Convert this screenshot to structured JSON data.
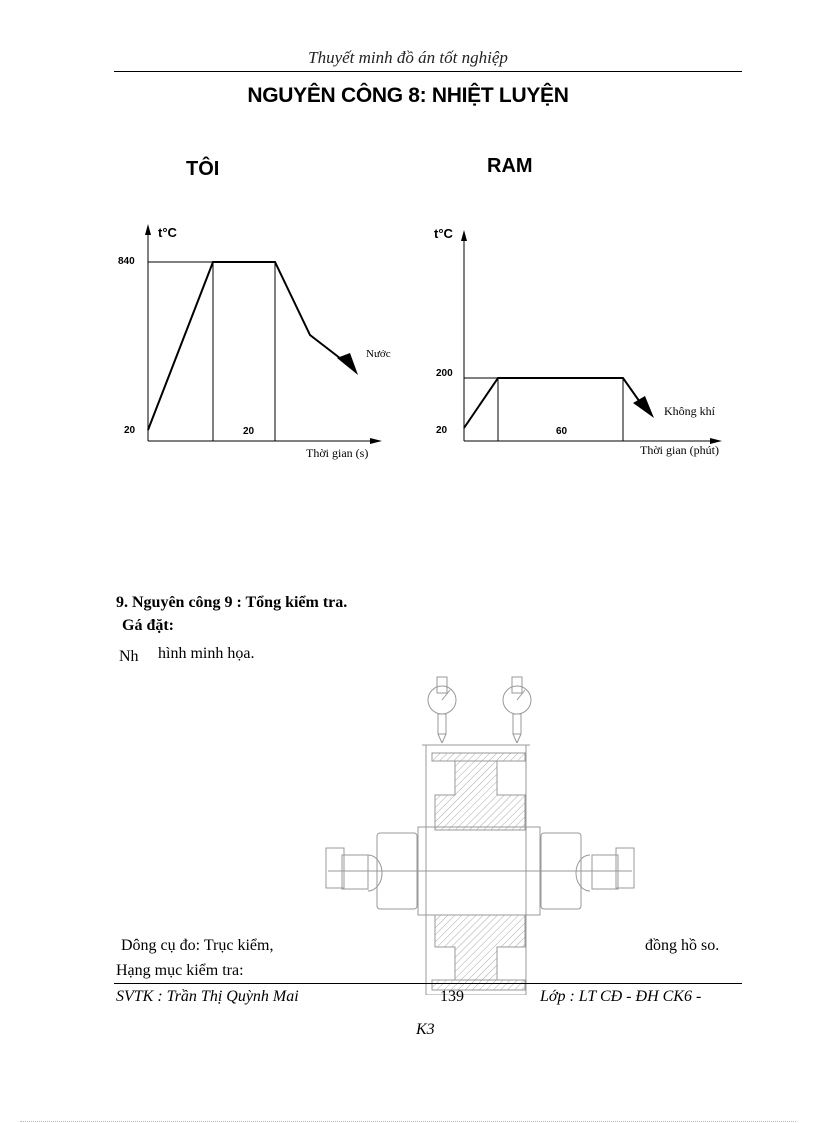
{
  "header": {
    "running_title": "Thuyết minh đồ án tốt nghiệp"
  },
  "section8": {
    "title": "NGUYÊN CÔNG 8: NHIỆT LUYỆN",
    "charts": {
      "toi": {
        "title": "TÔI",
        "y_axis_label": "t°C",
        "y_ticks": [
          "840",
          "20"
        ],
        "duration_label": "20",
        "x_axis_label": "Thời gian (s)",
        "cooling_label": "Nước"
      },
      "ram": {
        "title": "RAM",
        "y_axis_label": "t°C",
        "y_ticks": [
          "200",
          "20"
        ],
        "duration_label": "60",
        "x_axis_label": "Thời gian (phút)",
        "cooling_label": "Không khí"
      }
    }
  },
  "chart_data": [
    {
      "type": "line",
      "title": "TÔI",
      "xlabel": "Thời gian (s)",
      "ylabel": "t°C",
      "points": [
        {
          "phase": "heating",
          "temp_start": 20,
          "temp_end": 840
        },
        {
          "phase": "holding",
          "temp": 840,
          "duration": 20
        },
        {
          "phase": "cooling",
          "medium": "Nước",
          "temp_start": 840
        }
      ],
      "y_ticks": [
        20,
        840
      ],
      "grid": false
    },
    {
      "type": "line",
      "title": "RAM",
      "xlabel": "Thời gian (phút)",
      "ylabel": "t°C",
      "points": [
        {
          "phase": "heating",
          "temp_start": 20,
          "temp_end": 200
        },
        {
          "phase": "holding",
          "temp": 200,
          "duration": 60
        },
        {
          "phase": "cooling",
          "medium": "Không khí",
          "temp_start": 200
        }
      ],
      "y_ticks": [
        20,
        200
      ],
      "grid": false
    }
  ],
  "section9": {
    "heading": "9. Nguyên công 9 :  Tổng kiểm tra.",
    "setup_label": "Gá đặt:",
    "setup_prefix": "Nh",
    "setup_text": "hình minh họa.",
    "tools_left": "Dông cụ đo: Trục kiểm,",
    "tools_right": "đồng hồ so.",
    "inspection_label": "Hạng mục kiểm tra:"
  },
  "footer": {
    "student": "SVTK :  Trần Thị Quỳnh Mai",
    "page_number": "139",
    "class_label": "Lớp : LT CĐ - ĐH CK6 -",
    "class_cont": "K3"
  }
}
